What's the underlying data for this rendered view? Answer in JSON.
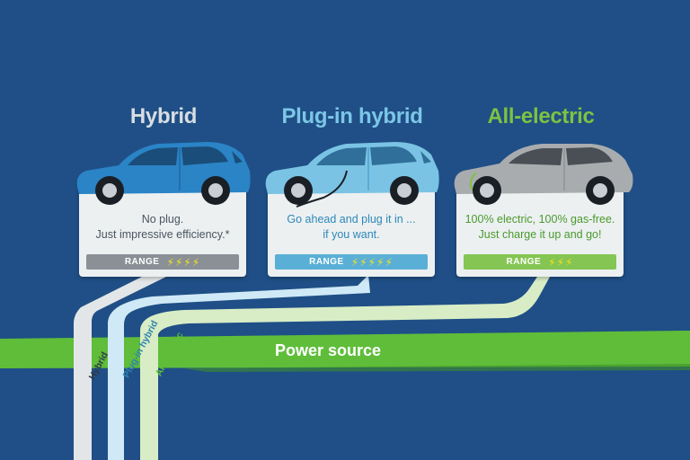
{
  "columns": {
    "hybrid": {
      "title": "Hybrid",
      "desc_line1": "No plug.",
      "desc_line2": "Just impressive efficiency.*",
      "range_label": "RANGE",
      "range_bolts": "⚡⚡⚡⚡",
      "range_level": 4,
      "stripe_label": "Hybrid"
    },
    "plugin": {
      "title": "Plug-in hybrid",
      "desc_line1": "Go ahead and plug it in ...",
      "desc_line2": "if you want.",
      "range_label": "RANGE",
      "range_bolts": "⚡⚡⚡⚡⚡",
      "range_level": 5,
      "stripe_label": "Plug-in hybrid"
    },
    "electric": {
      "title": "All-electric",
      "desc_line1": "100% electric, 100% gas-free.",
      "desc_line2": "Just charge it up and go!",
      "range_label": "RANGE",
      "range_bolts": "⚡⚡⚡",
      "range_level": 3,
      "stripe_label": "All-electric"
    }
  },
  "power_source_label": "Power source",
  "colors": {
    "background": "#1f4f86",
    "hybrid_title": "#d7dde2",
    "hybrid_range": "#8a9096",
    "hybrid_car": "#2a84c6",
    "plugin_title": "#7cc6e8",
    "plugin_range": "#5aafd6",
    "plugin_car": "#7ac3e4",
    "electric_title": "#7dc242",
    "electric_range": "#84c553",
    "electric_car": "#a9acaf",
    "power_band": "#5fbd3a",
    "hybrid_stripe": "#e3e6e8",
    "plugin_stripe": "#cfe9f6",
    "electric_stripe": "#d8edc6"
  }
}
